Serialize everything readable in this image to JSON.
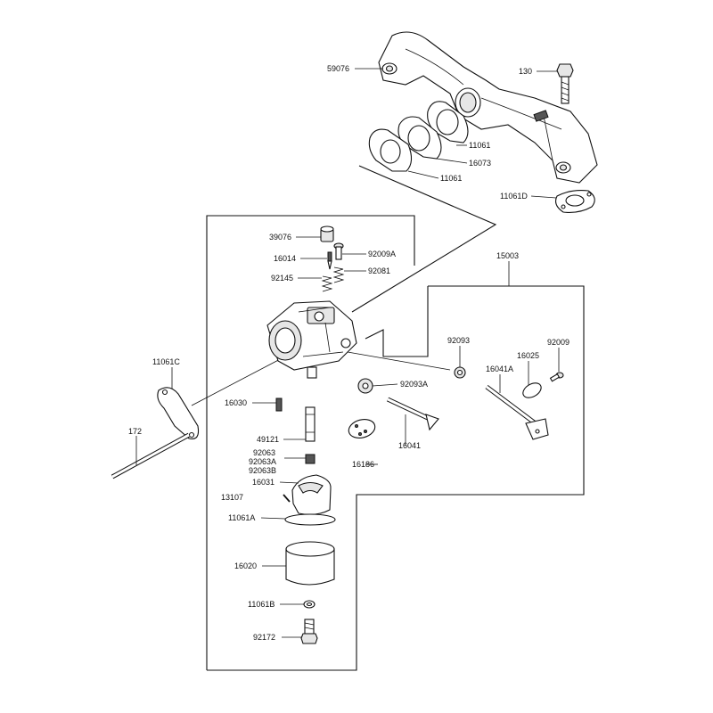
{
  "labels": {
    "p59076": "59076",
    "p130": "130",
    "p11061_a": "11061",
    "p16073": "16073",
    "p11061_b": "11061",
    "p11061D": "11061D",
    "p39076": "39076",
    "p92009A": "92009A",
    "p16014": "16014",
    "p92081": "92081",
    "p92145": "92145",
    "p15003": "15003",
    "p92093": "92093",
    "p16025": "16025",
    "p92009": "92009",
    "p16041A": "16041A",
    "p11061C": "11061C",
    "p92093A": "92093A",
    "p16030": "16030",
    "p172": "172",
    "p49121": "49121",
    "p16041": "16041",
    "p16186": "16186",
    "p92063": "92063",
    "p92063A": "92063A",
    "p92063B": "92063B",
    "p16031": "16031",
    "p13107": "13107",
    "p11061A": "11061A",
    "p16020": "16020",
    "p11061B": "11061B",
    "p92172": "92172"
  }
}
